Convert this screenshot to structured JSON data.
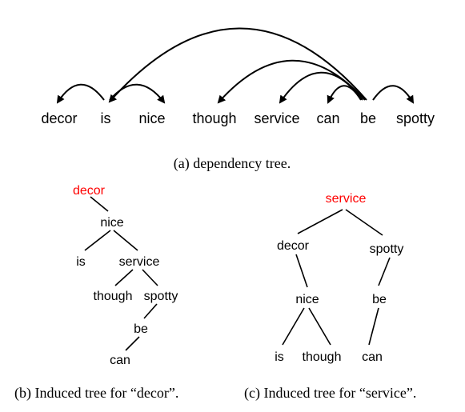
{
  "dependency": {
    "words": [
      "decor",
      "is",
      "nice",
      "though",
      "service",
      "can",
      "be",
      "spotty"
    ],
    "caption": "(a) dependency tree."
  },
  "tree_b": {
    "root": "decor",
    "nodes": [
      "nice",
      "is",
      "service",
      "though",
      "spotty",
      "be",
      "can"
    ],
    "caption": "(b) Induced tree for “decor”."
  },
  "tree_c": {
    "root": "service",
    "nodes": [
      "decor",
      "spotty",
      "nice",
      "be",
      "is",
      "though",
      "can"
    ],
    "caption": "(c) Induced tree for “service”."
  },
  "colors": {
    "root": "#ff0000",
    "text": "#000000"
  }
}
